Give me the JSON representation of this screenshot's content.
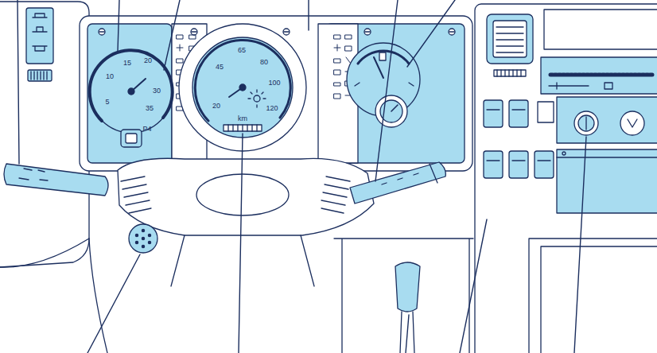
{
  "diagram": {
    "labels": [
      "15",
      "20",
      "10",
      "30",
      "5",
      "35",
      "65",
      "45",
      "80",
      "100",
      "20",
      "120",
      "km",
      "P4"
    ]
  }
}
